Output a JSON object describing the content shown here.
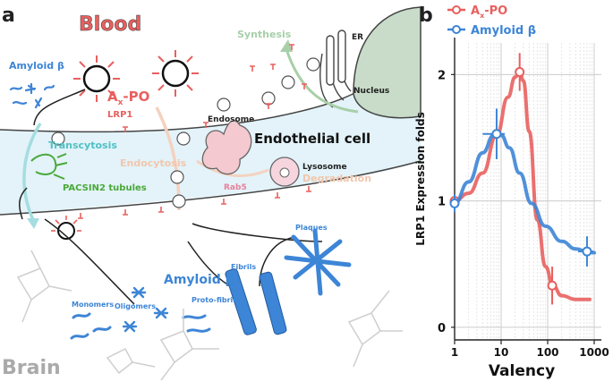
{
  "panel_a": {
    "letter": "a",
    "labels": {
      "blood": "Blood",
      "brain": "Brain",
      "amyloid_beta_top": "Amyloid β",
      "axpo_main": "A",
      "axpo_sub": "x",
      "axpo_tail": "-PO",
      "lrp1": "LRP1",
      "synthesis": "Synthesis",
      "er": "ER",
      "nucleus": "Nucleus",
      "endosome": "Endosome",
      "endothelial_cell": "Endothelial cell",
      "transcytosis": "Transcytosis",
      "endocytosis": "Endocytosis",
      "lysosome": "Lysosome",
      "degradation": "Degradation",
      "rab5": "Rab5",
      "pacsin2": "PACSIN2 tubules",
      "plaques": "Plaques",
      "fibrils": "Fibrils",
      "amyloid_beta_brain": "Amyloid β",
      "proto_fibrils": "Proto-fibrils",
      "oligomers": "Oligomers",
      "monomers": "Monomers"
    },
    "colors": {
      "red": "#e8605f",
      "blue": "#3d85d6",
      "green": "#4aa83a",
      "teal": "#4fc1c4",
      "peach": "#f2c6ad",
      "membrane": "#dff1f7",
      "nucleus": "#c8dcc9",
      "grey": "#cfcfcf"
    }
  },
  "panel_b": {
    "letter": "b",
    "legend": [
      {
        "name_main": "A",
        "name_sub": "x",
        "name_tail": "-PO",
        "color": "#e8605f"
      },
      {
        "name_main": "Amyloid β",
        "name_sub": "",
        "name_tail": "",
        "color": "#3d85d6"
      }
    ]
  },
  "chart_data": {
    "type": "line",
    "title": "",
    "xlabel": "Valency",
    "ylabel": "LRP1 Expression folds",
    "xscale": "log",
    "xlim": [
      1,
      1000
    ],
    "ylim": [
      -0.1,
      2.25
    ],
    "xticks": [
      "1",
      "10",
      "100",
      "1000"
    ],
    "yticks": [
      "0",
      "1",
      "2"
    ],
    "grid": true,
    "legend": "top",
    "series": [
      {
        "name": "AX-PO",
        "color": "#e8605f",
        "points": [
          {
            "x": 1,
            "y": 1.0,
            "xerr": 0.1,
            "yerr": 0.05
          },
          {
            "x": 25,
            "y": 2.02,
            "xerr": 5,
            "yerr": 0.15
          },
          {
            "x": 125,
            "y": 0.33,
            "xerr": 20,
            "yerr": 0.15
          }
        ],
        "curve": [
          [
            1,
            1.0
          ],
          [
            2,
            1.06
          ],
          [
            4,
            1.22
          ],
          [
            8,
            1.52
          ],
          [
            14,
            1.82
          ],
          [
            20,
            1.98
          ],
          [
            25,
            2.02
          ],
          [
            30,
            1.95
          ],
          [
            40,
            1.55
          ],
          [
            60,
            0.85
          ],
          [
            90,
            0.48
          ],
          [
            130,
            0.33
          ],
          [
            200,
            0.25
          ],
          [
            400,
            0.22
          ],
          [
            800,
            0.22
          ]
        ]
      },
      {
        "name": "Amyloid β",
        "color": "#3d85d6",
        "points": [
          {
            "x": 1,
            "y": 0.98,
            "xerr": 0.1,
            "yerr": 0.07
          },
          {
            "x": 8,
            "y": 1.53,
            "xerr": 4,
            "yerr": 0.2
          },
          {
            "x": 700,
            "y": 0.6,
            "xerr": 250,
            "yerr": 0.12
          }
        ],
        "curve": [
          [
            1,
            0.98
          ],
          [
            2,
            1.15
          ],
          [
            4,
            1.38
          ],
          [
            7,
            1.52
          ],
          [
            10,
            1.52
          ],
          [
            15,
            1.42
          ],
          [
            25,
            1.22
          ],
          [
            45,
            0.98
          ],
          [
            90,
            0.8
          ],
          [
            200,
            0.68
          ],
          [
            400,
            0.62
          ],
          [
            700,
            0.6
          ],
          [
            1000,
            0.59
          ]
        ]
      }
    ]
  }
}
